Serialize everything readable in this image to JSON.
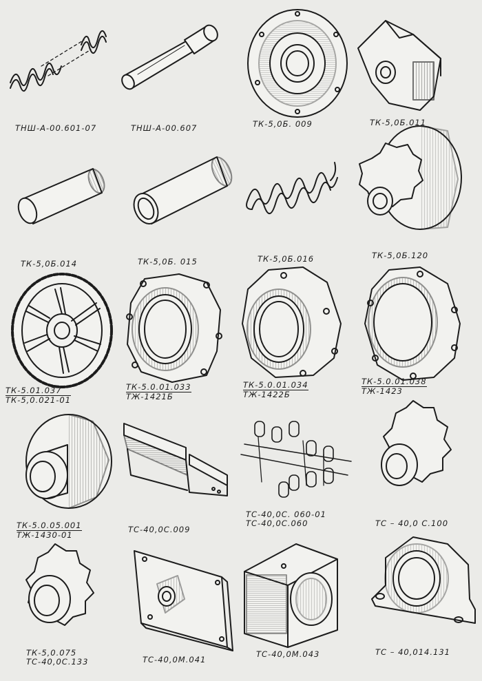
{
  "parts": [
    {
      "id": "p1",
      "lines": [
        "ТНШ-А-00.601-07"
      ],
      "icon": "double-spring-icon"
    },
    {
      "id": "p2",
      "lines": [
        "ТНШ-А-00.607"
      ],
      "icon": "stepped-pin-icon"
    },
    {
      "id": "p3",
      "lines": [
        "ТК-5,0Б. 009"
      ],
      "icon": "bearing-flange-icon"
    },
    {
      "id": "p4",
      "lines": [
        "ТК-5,0Б.011"
      ],
      "icon": "cam-bracket-icon"
    },
    {
      "id": "p5",
      "lines": [
        "ТК-5,0Б.014"
      ],
      "icon": "solid-pin-icon"
    },
    {
      "id": "p6",
      "lines": [
        "ТК-5,0Б. 015"
      ],
      "icon": "bushing-icon"
    },
    {
      "id": "p7",
      "lines": [
        "ТК-5,0Б.016"
      ],
      "icon": "coil-spring-icon"
    },
    {
      "id": "p8",
      "lines": [
        "ТК-5,0Б.120"
      ],
      "icon": "drum-sprocket-icon"
    },
    {
      "id": "p9",
      "lines": [
        "ТК-5.01.037",
        "ТК-5,0.021-01"
      ],
      "icon": "spoked-sprocket-icon"
    },
    {
      "id": "p10",
      "lines": [
        "ТК-5.0.01.033",
        "ТЖ-1421Б"
      ],
      "icon": "housing-flange-icon"
    },
    {
      "id": "p11",
      "lines": [
        "ТК-5.0.01.034",
        "ТЖ-1422Б"
      ],
      "icon": "housing-flange-icon"
    },
    {
      "id": "p12",
      "lines": [
        "ТК-5.0.01.038",
        "ТЖ-1423"
      ],
      "icon": "ring-flange-icon"
    },
    {
      "id": "p13",
      "lines": [
        "ТК-5.0.05.001",
        "ТЖ-1430-01"
      ],
      "icon": "pulley-hub-icon"
    },
    {
      "id": "p14",
      "lines": [
        "ТС-40,0С.009"
      ],
      "icon": "angle-bar-icon"
    },
    {
      "id": "p15",
      "lines": [
        "ТС-40,0С. 060-01",
        "ТС-40,0С.060"
      ],
      "icon": "roller-chain-icon"
    },
    {
      "id": "p16",
      "lines": [
        "ТС – 40,0 С.100"
      ],
      "icon": "sprocket-hub-icon"
    },
    {
      "id": "p17",
      "lines": [
        "ТК-5,0.075",
        "ТС-40,0С.133"
      ],
      "icon": "sprocket-hub-icon"
    },
    {
      "id": "p18",
      "lines": [
        "ТС-40,0М.041"
      ],
      "icon": "mounting-plate-icon"
    },
    {
      "id": "p19",
      "lines": [
        "ТС-40,0М.043"
      ],
      "icon": "bearing-block-icon"
    },
    {
      "id": "p20",
      "lines": [
        "ТС – 40,014.131"
      ],
      "icon": "pillow-block-icon"
    }
  ]
}
